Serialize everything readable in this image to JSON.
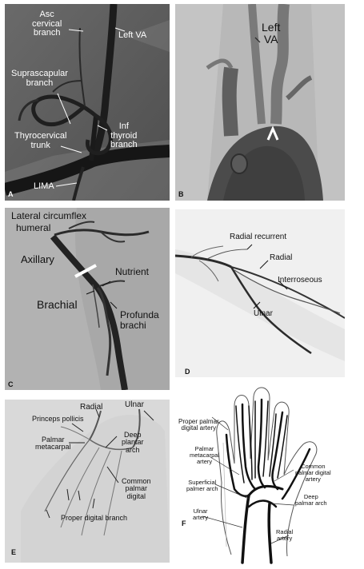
{
  "panels": {
    "a": {
      "letter": "A",
      "asc_cervical": "Asc\ncervical\nbranch",
      "left_va": "Left VA",
      "suprascapular": "Suprascapular\nbranch",
      "inf_thyroid": "Inf\nthyroid\nbranch",
      "thyrocervical": "Thyrocervical\ntrunk",
      "lima": "LIMA"
    },
    "b": {
      "letter": "B",
      "left_va": "Left\nVA"
    },
    "c": {
      "letter": "C",
      "lateral_circumflex": "Lateral circumflex",
      "humeral": "humeral",
      "axillary": "Axillary",
      "nutrient": "Nutrient",
      "brachial": "Brachial",
      "profunda": "Profunda\nbrachi"
    },
    "d": {
      "letter": "D",
      "radial_recurrent": "Radial recurrent",
      "radial": "Radial",
      "interroseous": "Interroseous",
      "ulnar": "Ulnar"
    },
    "e": {
      "letter": "E",
      "radial": "Radial",
      "ulnar": "Ulnar",
      "princeps": "Princeps pollicis",
      "palmar_metacarpal": "Palmar\nmetacarpal",
      "deep_plantar": "Deep\nplantar\narch",
      "common_palmar": "Common\npalmar\ndigital",
      "proper_digital": "Proper digital branch"
    },
    "f": {
      "letter": "F",
      "proper_palmar": "Proper palmar\ndigital artery",
      "palmar_metacarpal": "Palmar\nmetacarpal\nartery",
      "common_palmar": "Common\npalmar digital\nartery",
      "superficial": "Superficial\npalmer arch",
      "deep": "Deep\npalmar arch",
      "ulnar": "Ulnar\nartery",
      "radial": "Radial\nartery"
    }
  }
}
